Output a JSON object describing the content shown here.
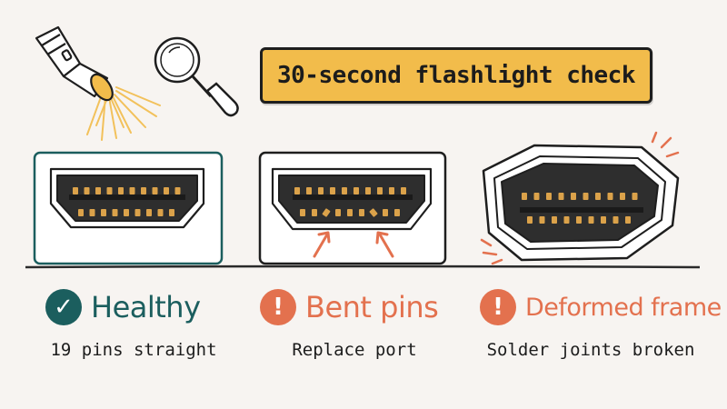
{
  "title": "30-second flashlight check",
  "colors": {
    "teal": "#1b5e5e",
    "orange": "#e3714e",
    "title_bg": "#f2bc4b",
    "pin_gold": "#dba24a",
    "ink": "#1e1e1e"
  },
  "icons": [
    "flashlight-icon",
    "magnifier-icon"
  ],
  "ports": [
    {
      "state": "healthy",
      "status_label": "Healthy",
      "status_icon": "check-icon",
      "badge_glyph": "✓",
      "caption": "19 pins straight"
    },
    {
      "state": "bent",
      "status_label": "Bent pins",
      "status_icon": "exclamation-icon",
      "badge_glyph": "!",
      "caption": "Replace port"
    },
    {
      "state": "deformed",
      "status_label": "Deformed frame",
      "status_icon": "exclamation-icon",
      "badge_glyph": "!",
      "caption": "Solder joints broken"
    }
  ]
}
